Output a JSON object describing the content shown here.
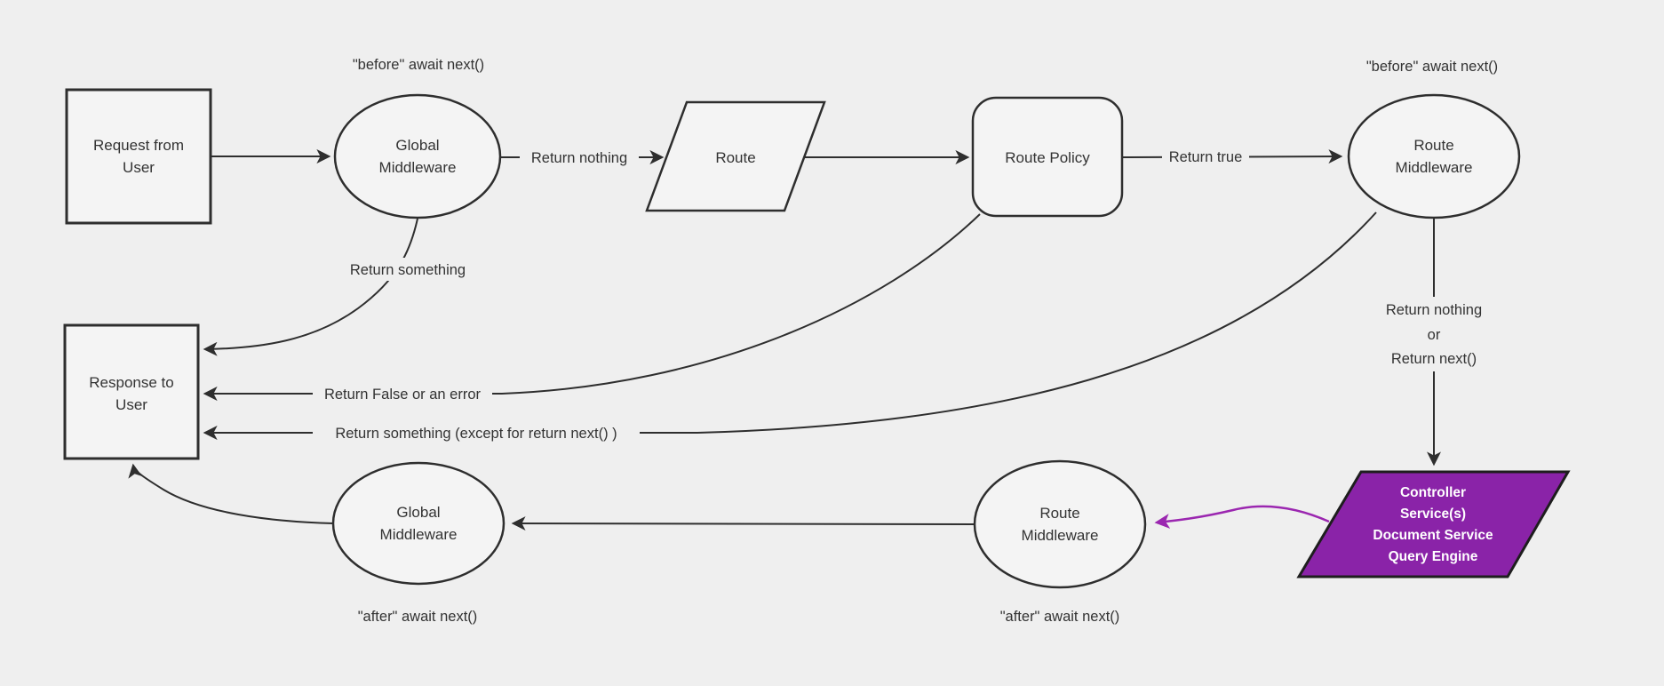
{
  "diagram_title": "request middleware lifecycle flowchart",
  "colors": {
    "background": "#efefef",
    "node_fill": "#f4f4f4",
    "line_stroke": "#2e2e2e",
    "text_color": "#333333",
    "purple_fill": "#8a23a8",
    "purple_arrow": "#9b27b0"
  },
  "nodes": {
    "request_from_user": {
      "shape": "rectangle",
      "line1": "Request from",
      "line2": "User"
    },
    "global_middleware_top": {
      "shape": "ellipse",
      "line1": "Global",
      "line2": "Middleware"
    },
    "route": {
      "shape": "parallelogram",
      "label": "Route"
    },
    "route_policy": {
      "shape": "rounded-rectangle",
      "label": "Route Policy"
    },
    "route_middleware_top": {
      "shape": "ellipse",
      "line1": "Route",
      "line2": "Middleware"
    },
    "controller_block": {
      "shape": "parallelogram",
      "line1": "Controller",
      "line2": "Service(s)",
      "line3": "Document Service",
      "line4": "Query Engine"
    },
    "route_middleware_bottom": {
      "shape": "ellipse",
      "line1": "Route",
      "line2": "Middleware"
    },
    "global_middleware_bottom": {
      "shape": "ellipse",
      "line1": "Global",
      "line2": "Middleware"
    },
    "response_to_user": {
      "shape": "rectangle",
      "line1": "Response to",
      "line2": "User"
    }
  },
  "edge_labels": {
    "before_await_left": "\"before\" await next()",
    "before_await_right": "\"before\" await next()",
    "return_nothing": "Return nothing",
    "return_true": "Return true",
    "return_something": "Return something",
    "return_false_or_error": "Return False or an error",
    "return_something_except": "Return something (except for return next() )",
    "return_nothing_or_line1": "Return nothing",
    "return_nothing_or_line2": "or",
    "return_nothing_or_line3": "Return next()",
    "after_await_left": "\"after\" await next()",
    "after_await_right": "\"after\" await next()"
  }
}
